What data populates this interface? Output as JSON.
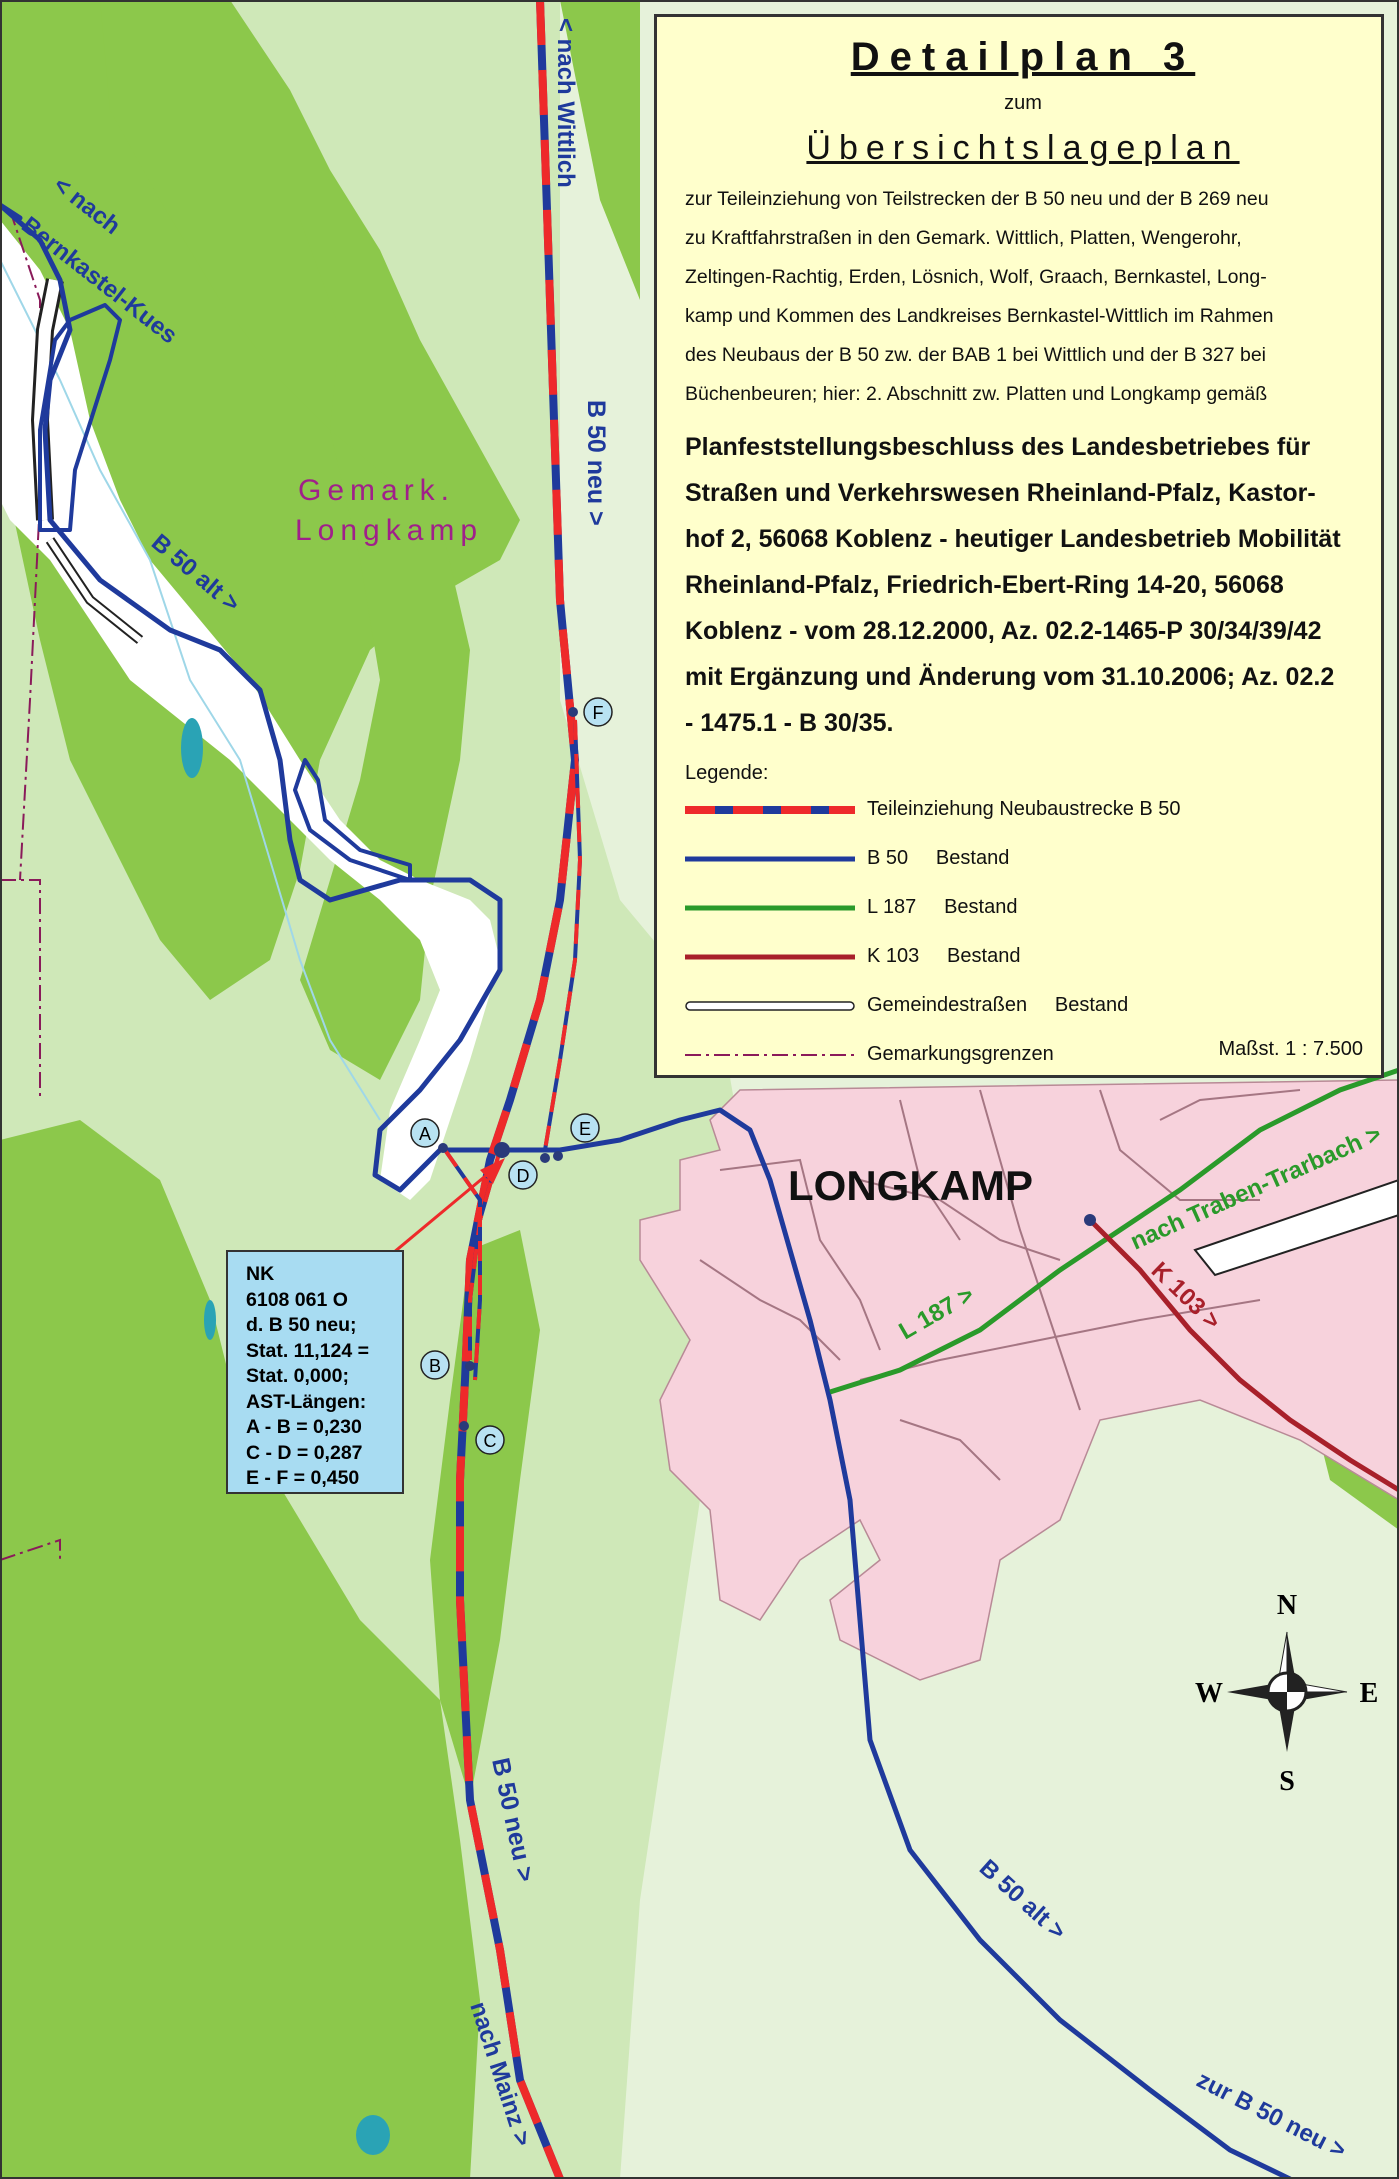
{
  "legend": {
    "title": "Detailplan 3",
    "zum": "zum",
    "subtitle": "Übersichtslageplan",
    "description": [
      "zur Teileinziehung von Teilstrecken der B 50 neu und der B 269 neu",
      "zu Kraftfahrstraßen in den Gemark. Wittlich, Platten, Wengerohr,",
      "Zeltingen-Rachtig, Erden, Lösnich, Wolf, Graach, Bernkastel,  Long-",
      "kamp und Kommen des Landkreises Bernkastel-Wittlich im  Rahmen",
      "des Neubaus der B 50 zw. der BAB 1 bei Wittlich und der B 327 bei",
      "Büchenbeuren; hier: 2. Abschnitt  zw. Platten und Longkamp gemäß"
    ],
    "bold_text": [
      "Planfeststellungsbeschluss des Landesbetriebes für",
      "Straßen und Verkehrswesen Rheinland-Pfalz, Kastor-",
      "hof 2, 56068 Koblenz - heutiger Landesbetrieb Mobilität",
      "Rheinland-Pfalz, Friedrich-Ebert-Ring 14-20, 56068",
      "Koblenz - vom 28.12.2000, Az. 02.2-1465-P 30/34/39/42",
      "mit Ergänzung und Änderung vom 31.10.2006; Az. 02.2",
      "- 1475.1 - B 30/35."
    ],
    "legend_heading": "Legende:",
    "items": [
      {
        "text": "Teileinziehung Neubaustrecke B 50",
        "symbol": "dashed-red-blue"
      },
      {
        "text": "B 50     Bestand",
        "symbol": "blue"
      },
      {
        "text": "L 187     Bestand",
        "symbol": "green"
      },
      {
        "text": "K 103     Bestand",
        "symbol": "darkred"
      },
      {
        "text": "Gemeindestraßen     Bestand",
        "symbol": "white-outline"
      },
      {
        "text": "Gemarkungsgrenzen",
        "symbol": "dash-dot"
      }
    ],
    "scale": "Maßst. 1 : 7.500"
  },
  "map_labels": {
    "nach_wittlich": "< nach Wittlich",
    "b50_neu_north": "B 50 neu >",
    "b50_neu_south": "B 50 neu >",
    "nach_mainz": "nach Mainz >",
    "nach_bernkastel_1": "< nach",
    "nach_bernkastel_2": "Bernkastel-Kues",
    "b50_alt_north": "B 50 alt >",
    "b50_alt_south": "B 50 alt >",
    "zur_b50_neu": "zur B 50 neu >",
    "gemark_1": "Gemark.",
    "gemark_2": "Longkamp",
    "town": "LONGKAMP",
    "l187": "L 187 >",
    "k103": "K 103 >",
    "nach_traben": "nach Traben-Trarbach >"
  },
  "points": {
    "A": "A",
    "B": "B",
    "C": "C",
    "D": "D",
    "E": "E",
    "F": "F"
  },
  "nk_box": [
    "NK",
    "6108 061 O",
    "d. B 50 neu;",
    "Stat. 11,124 =",
    "Stat. 0,000;",
    "AST-Längen:",
    "A - B = 0,230",
    "C - D = 0,287",
    "E - F = 0,450"
  ],
  "compass": {
    "n": "N",
    "s": "S",
    "e": "E",
    "w": "W"
  },
  "colors": {
    "forest": "#8cc84b",
    "light_green": "#cfe8b8",
    "pale_green": "#e6f2da",
    "town": "#f7d2dc",
    "b50": "#1f3a9c",
    "new_b50_red": "#ee2a2a",
    "l187": "#2a9a2a",
    "k103": "#a8202a",
    "boundary": "#8a1a5a",
    "water": "#2aa3b5",
    "legend_bg": "#ffffcc",
    "nk_bg": "#a8dcf2",
    "purple_label": "#a0208a"
  }
}
